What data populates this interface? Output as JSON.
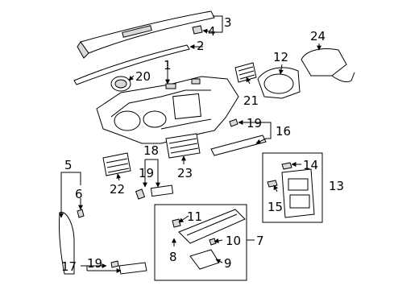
{
  "callouts": {
    "c1": "1",
    "c2": "2",
    "c3": "3",
    "c4": "4",
    "c5": "5",
    "c6": "6",
    "c7": "7",
    "c8": "8",
    "c9": "9",
    "c10": "10",
    "c11": "11",
    "c12": "12",
    "c13": "13",
    "c14": "14",
    "c15": "15",
    "c16": "16",
    "c17": "17",
    "c18": "18",
    "c19a": "19",
    "c19b": "19",
    "c19c": "19",
    "c20": "20",
    "c21": "21",
    "c22": "22",
    "c23": "23",
    "c24": "24"
  }
}
